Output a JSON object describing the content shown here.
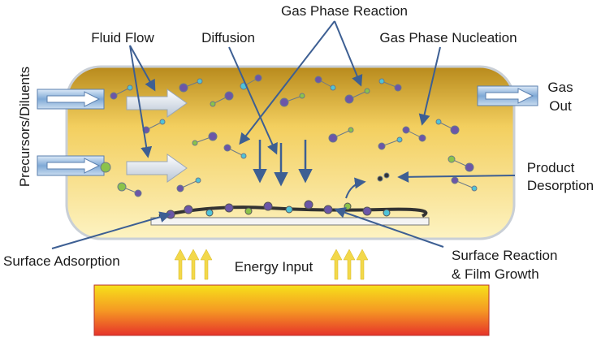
{
  "labels": {
    "fluid_flow": "Fluid Flow",
    "diffusion": "Diffusion",
    "gas_phase_reaction": "Gas Phase Reaction",
    "gas_phase_nucleation": "Gas Phase Nucleation",
    "precursors_diluents": "Precursors/Diluents",
    "gas_out_line1": "Gas",
    "gas_out_line2": "Out",
    "product_desorption_line1": "Product",
    "product_desorption_line2": "Desorption",
    "surface_adsorption": "Surface Adsorption",
    "surface_reaction_line1": "Surface Reaction",
    "surface_reaction_line2": "& Film Growth",
    "energy_input": "Energy Input"
  },
  "colors": {
    "chamber_top": "#b88a1c",
    "chamber_mid": "#f3cf5f",
    "chamber_bottom": "#fdf3c2",
    "pointer": "#3d5f93",
    "energy_arrow": "#f3d84a",
    "heater_top": "#f6e11a",
    "heater_bottom": "#e6332a",
    "molecule_purple": "#6b56a8",
    "molecule_green": "#8bc34a",
    "molecule_cyan": "#4fc3d9"
  }
}
